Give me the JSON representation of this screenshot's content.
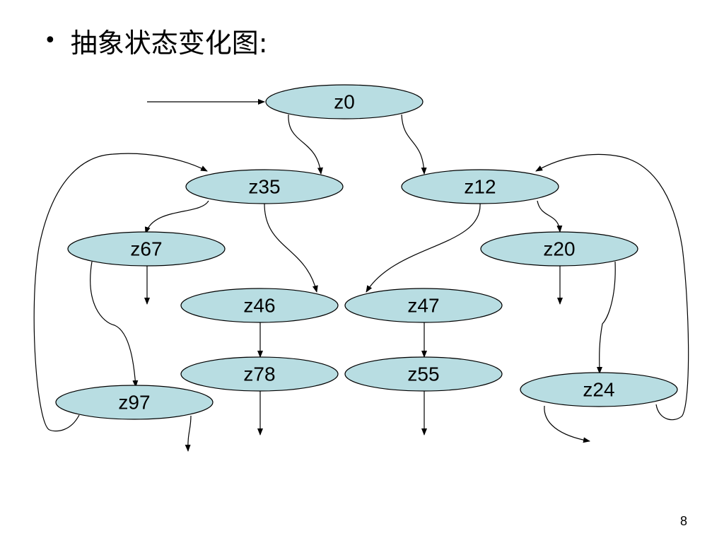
{
  "slide": {
    "heading": "抽象状态变化图:",
    "bullet": "•",
    "page_number": "8"
  },
  "colors": {
    "node_fill": "#b8dde2",
    "node_stroke": "#000000",
    "edge": "#000000"
  },
  "nodes": [
    {
      "id": "z0",
      "label": "z0"
    },
    {
      "id": "z35",
      "label": "z35"
    },
    {
      "id": "z12",
      "label": "z12"
    },
    {
      "id": "z67",
      "label": "z67"
    },
    {
      "id": "z20",
      "label": "z20"
    },
    {
      "id": "z46",
      "label": "z46"
    },
    {
      "id": "z47",
      "label": "z47"
    },
    {
      "id": "z78",
      "label": "z78"
    },
    {
      "id": "z55",
      "label": "z55"
    },
    {
      "id": "z97",
      "label": "z97"
    },
    {
      "id": "z24",
      "label": "z24"
    }
  ],
  "edges": [
    {
      "from": "start",
      "to": "z0"
    },
    {
      "from": "z0",
      "to": "z35"
    },
    {
      "from": "z0",
      "to": "z12"
    },
    {
      "from": "z35",
      "to": "z67"
    },
    {
      "from": "z35",
      "to": "z46"
    },
    {
      "from": "z12",
      "to": "z47"
    },
    {
      "from": "z12",
      "to": "z20"
    },
    {
      "from": "z67",
      "to": "z97"
    },
    {
      "from": "z67",
      "to": "exit"
    },
    {
      "from": "z46",
      "to": "z78"
    },
    {
      "from": "z47",
      "to": "z55"
    },
    {
      "from": "z20",
      "to": "z24"
    },
    {
      "from": "z20",
      "to": "exit"
    },
    {
      "from": "z78",
      "to": "exit"
    },
    {
      "from": "z55",
      "to": "exit"
    },
    {
      "from": "z97",
      "to": "z35"
    },
    {
      "from": "z97",
      "to": "exit"
    },
    {
      "from": "z24",
      "to": "z12"
    },
    {
      "from": "z24",
      "to": "exit"
    }
  ]
}
